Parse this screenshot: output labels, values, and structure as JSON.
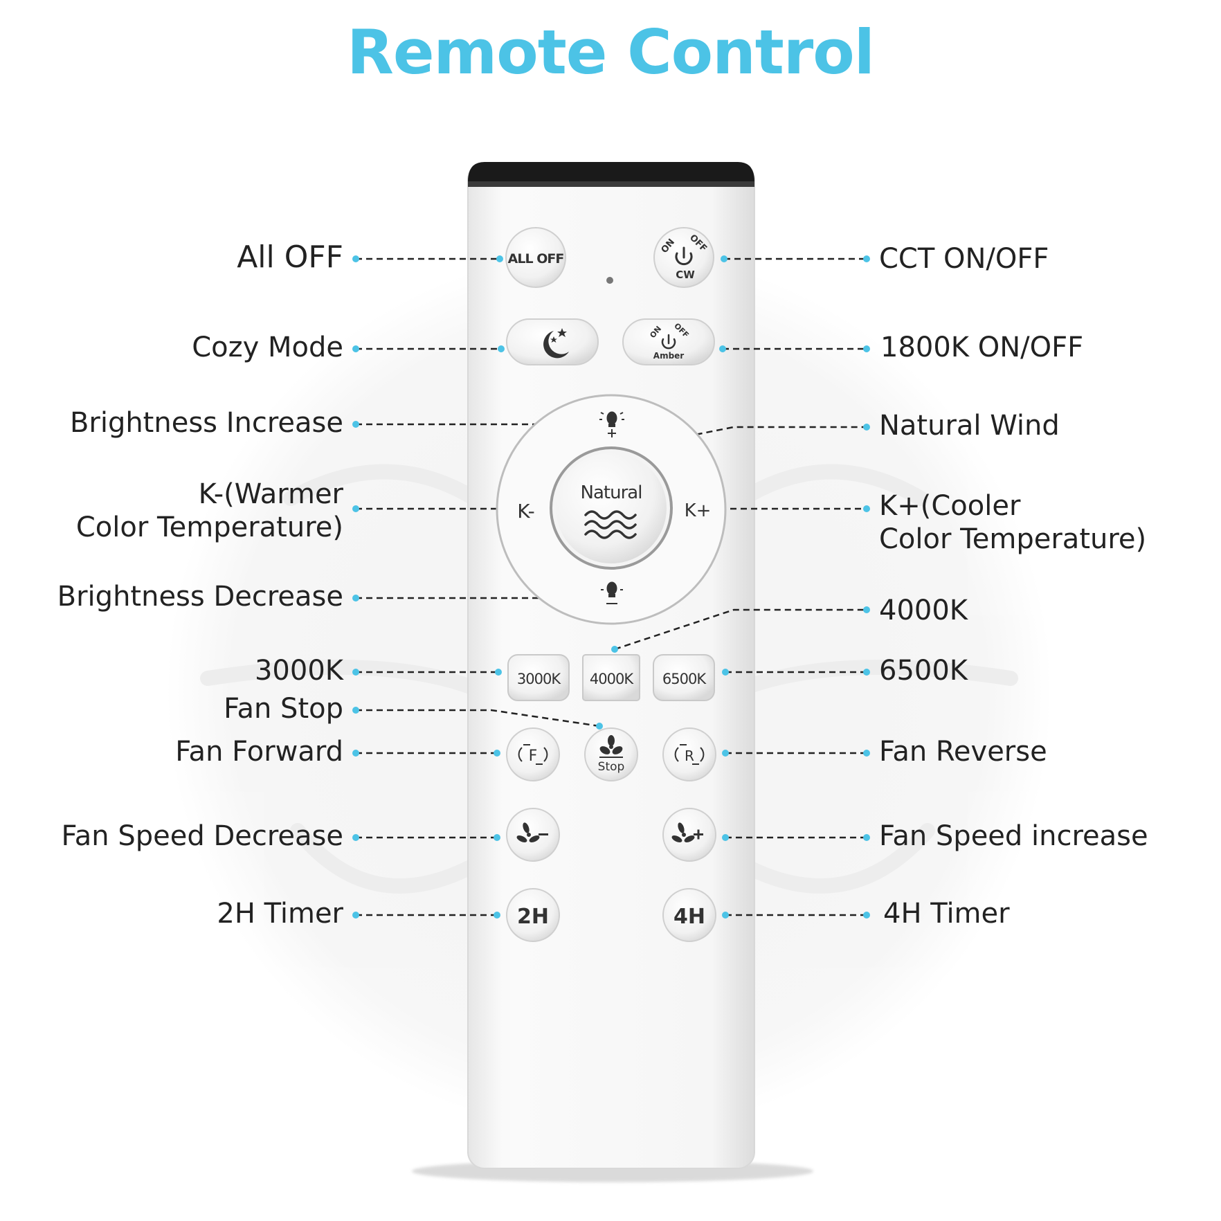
{
  "title": "Remote Control",
  "colors": {
    "accent": "#4cc3e6",
    "remote_body": "#f4f4f4",
    "remote_top": "#1a1a1a",
    "text": "#222222",
    "dot": "#4cc3e6"
  },
  "labels": {
    "all_off": "All OFF",
    "cozy_mode": "Cozy Mode",
    "brightness_increase": "Brightness Increase",
    "k_minus_line1": "K-(Warmer",
    "k_minus_line2": "Color Temperature)",
    "brightness_decrease": "Brightness Decrease",
    "k3000": "3000K",
    "fan_stop": "Fan Stop",
    "fan_forward": "Fan Forward",
    "fan_speed_decrease": "Fan Speed Decrease",
    "timer_2h": "2H Timer",
    "cct_onoff": "CCT ON/OFF",
    "k1800_onoff": "1800K ON/OFF",
    "natural_wind": "Natural Wind",
    "k_plus_line1": "K+(Cooler",
    "k_plus_line2": "Color Temperature)",
    "k4000": "4000K",
    "k6500": "6500K",
    "fan_reverse": "Fan Reverse",
    "fan_speed_increase": "Fan Speed increase",
    "timer_4h": "4H Timer"
  },
  "buttons": {
    "all_off": "ALL OFF",
    "on": "ON",
    "off": "OFF",
    "cw": "CW",
    "amber": "Amber",
    "natural": "Natural",
    "k_minus": "K-",
    "k_plus": "K+",
    "k3000": "3000K",
    "k4000": "4000K",
    "k6500": "6500K",
    "forward_letter": "F",
    "reverse_letter": "R",
    "stop": "Stop",
    "timer_2h": "2H",
    "timer_4h": "4H"
  },
  "icons": [
    "moon-stars-icon",
    "power-icon",
    "bulb-plus-icon",
    "bulb-minus-icon",
    "wind-waves-icon",
    "fan-icon",
    "fan-minus-icon",
    "fan-plus-icon",
    "rotate-arrows-icon"
  ]
}
